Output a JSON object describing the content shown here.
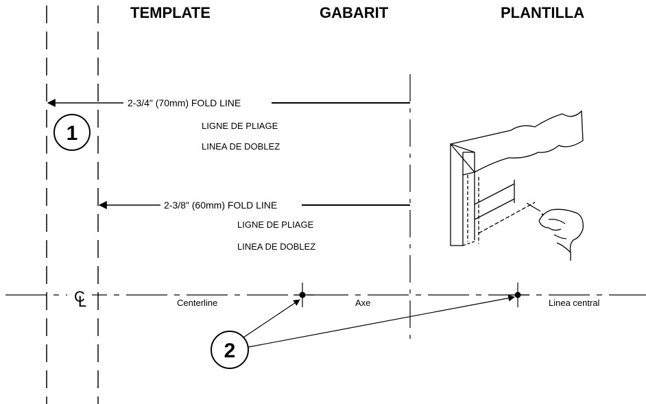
{
  "titles": {
    "english": "TEMPLATE",
    "french": "GABARIT",
    "spanish": "PLANTILLA"
  },
  "fold_line_1": {
    "english": "2-3/4\" (70mm) FOLD LINE",
    "french": "LIGNE DE PLIAGE",
    "spanish": "LINEA DE DOBLEZ"
  },
  "fold_line_2": {
    "english": "2-3/8\" (60mm) FOLD LINE",
    "french": "LIGNE DE PLIAGE",
    "spanish": "LINEA DE DOBLEZ"
  },
  "centerline": {
    "symbol": "CL",
    "english": "Centerline",
    "french": "Axe",
    "spanish": "Linea central"
  },
  "callouts": {
    "one": "1",
    "two": "2"
  }
}
